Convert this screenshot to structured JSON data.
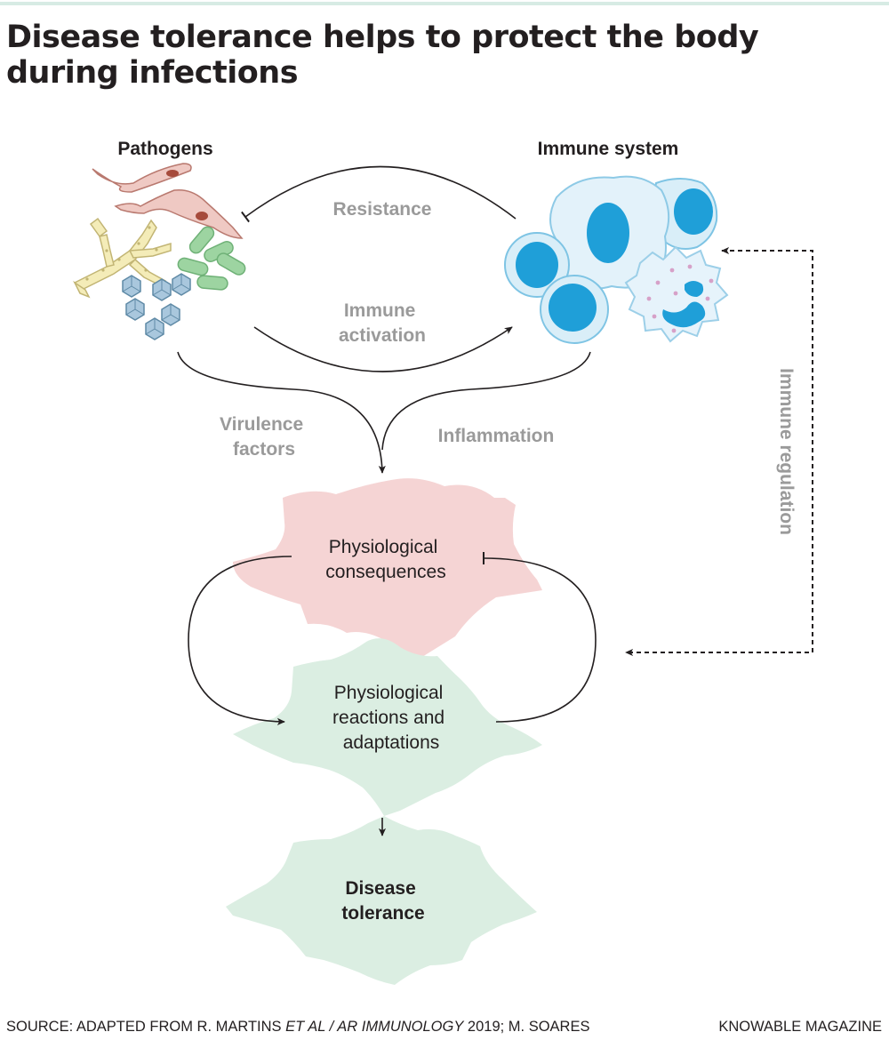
{
  "title": "Disease tolerance helps to protect the body during infections",
  "nodes": {
    "pathogens": "Pathogens",
    "immune_system": "Immune system",
    "physiological_consequences": [
      "Physiological",
      "consequences"
    ],
    "physiological_reactions": [
      "Physiological",
      "reactions and",
      "adaptations"
    ],
    "disease_tolerance": [
      "Disease",
      "tolerance"
    ]
  },
  "edges": {
    "resistance": "Resistance",
    "immune_activation": [
      "Immune",
      "activation"
    ],
    "virulence_factors": [
      "Virulence",
      "factors"
    ],
    "inflammation": "Inflammation",
    "immune_regulation": "Immune regulation"
  },
  "footer": {
    "source_prefix": "SOURCE: ADAPTED FROM R. MARTINS ",
    "source_italic": "ET AL / AR IMMUNOLOGY",
    "source_suffix": " 2019; M. SOARES",
    "brand": "KNOWABLE MAGAZINE"
  },
  "colors": {
    "consequences_blob": "#f5d4d4",
    "reactions_blob": "#dbeee2",
    "tolerance_blob": "#dbeee2",
    "edge_label_gray": "#9a9a9a",
    "arrow": "#231f20",
    "rule": "#d7ebe4"
  }
}
